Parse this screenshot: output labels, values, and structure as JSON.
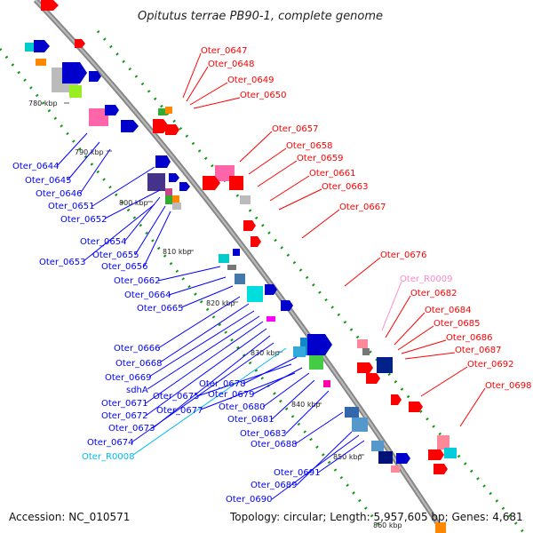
{
  "title": "Opitutus terrae PB90-1, complete genome",
  "footer": {
    "accession": "Accession: NC_010571",
    "topology": "Topology: circular; Length: 5,957,605 bp; Genes: 4,681"
  },
  "colors": {
    "forward_label": "#ff0000",
    "reverse_label": "#0000ff",
    "rna_label_forward": "#ff88cc",
    "rna_label_reverse": "#00bbee",
    "backbone": "#888888",
    "gc_track": "#118811"
  },
  "ruler": [
    "780 kbp",
    "790 kbp",
    "800 kbp",
    "810 kbp",
    "820 kbp",
    "830 kbp",
    "840 kbp",
    "850 kbp",
    "860 kbp"
  ],
  "labels_forward": [
    "Oter_0647",
    "Oter_0648",
    "Oter_0649",
    "Oter_0650",
    "Oter_0657",
    "Oter_0658",
    "Oter_0659",
    "Oter_0661",
    "Oter_0663",
    "Oter_0667",
    "Oter_0676",
    "Oter_R0009",
    "Oter_0682",
    "Oter_0684",
    "Oter_0685",
    "Oter_0686",
    "Oter_0687",
    "Oter_0692",
    "Oter_0698"
  ],
  "labels_reverse": [
    "Oter_0644",
    "Oter_0645",
    "Oter_0646",
    "Oter_0651",
    "Oter_0652",
    "Oter_0654",
    "Oter_0655",
    "Oter_0653",
    "Oter_0656",
    "Oter_0662",
    "Oter_0664",
    "Oter_0665",
    "Oter_0666",
    "Oter_0668",
    "Oter_0669",
    "sdhA",
    "Oter_0671",
    "Oter_0672",
    "Oter_0673",
    "Oter_0674",
    "Oter_R0008",
    "Oter_0678",
    "Oter_0675",
    "Oter_0679",
    "Oter_0677",
    "Oter_0680",
    "Oter_0681",
    "Oter_0683",
    "Oter_0688",
    "Oter_0689",
    "Oter_0691",
    "Oter_0690"
  ]
}
